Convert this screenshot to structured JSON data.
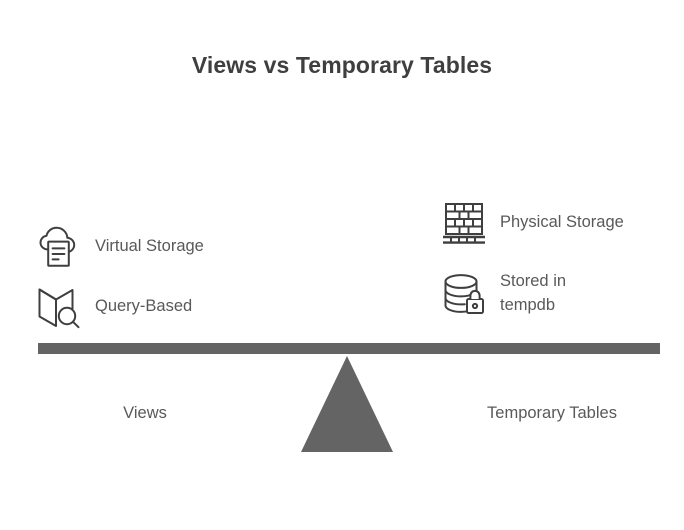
{
  "page": {
    "title": "Views vs Temporary Tables",
    "background_color": "#ffffff",
    "title_color": "#3f3f3f",
    "text_color": "#58595b",
    "accent_color": "#646464"
  },
  "left_side": {
    "name": "Views",
    "features": [
      {
        "icon": "cloud-document-icon",
        "label": "Virtual Storage"
      },
      {
        "icon": "book-search-icon",
        "label": "Query-Based"
      }
    ]
  },
  "right_side": {
    "name": "Temporary Tables",
    "features": [
      {
        "icon": "brick-wall-icon",
        "label": "Physical Storage"
      },
      {
        "icon": "database-lock-icon",
        "label": "Stored in\ntempdb"
      }
    ]
  },
  "balance": {
    "beam_label": "balance-beam",
    "fulcrum_label": "fulcrum-triangle"
  }
}
